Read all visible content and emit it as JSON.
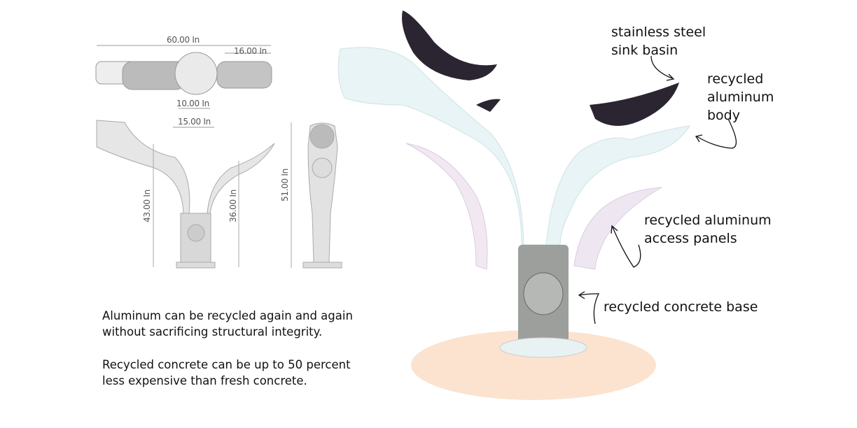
{
  "dimensions": {
    "total_width": "60.00 In",
    "basin_width": "16.00 In",
    "inner_base": "10.00 In",
    "outer_base": "15.00 In",
    "high_basin_height": "43.00 In",
    "low_basin_height": "36.00 In",
    "overall_height": "51.00 In"
  },
  "callouts": {
    "sink_basin": [
      "stainless steel",
      "sink basin"
    ],
    "body": [
      "recycled",
      "aluminum",
      "body"
    ],
    "panels": [
      "recycled aluminum",
      "access panels"
    ],
    "base": [
      "recycled concrete base"
    ]
  },
  "notes": [
    [
      "Aluminum can be recycled again and again",
      "without sacrificing structural integrity."
    ],
    [
      "Recycled concrete can be up to 50 percent",
      "less expensive than fresh concrete."
    ]
  ],
  "colors": {
    "body": "#e9f3f4",
    "basin": "#2a2530",
    "concrete": "#9c9f9c",
    "floor": "#fbe3d0"
  }
}
